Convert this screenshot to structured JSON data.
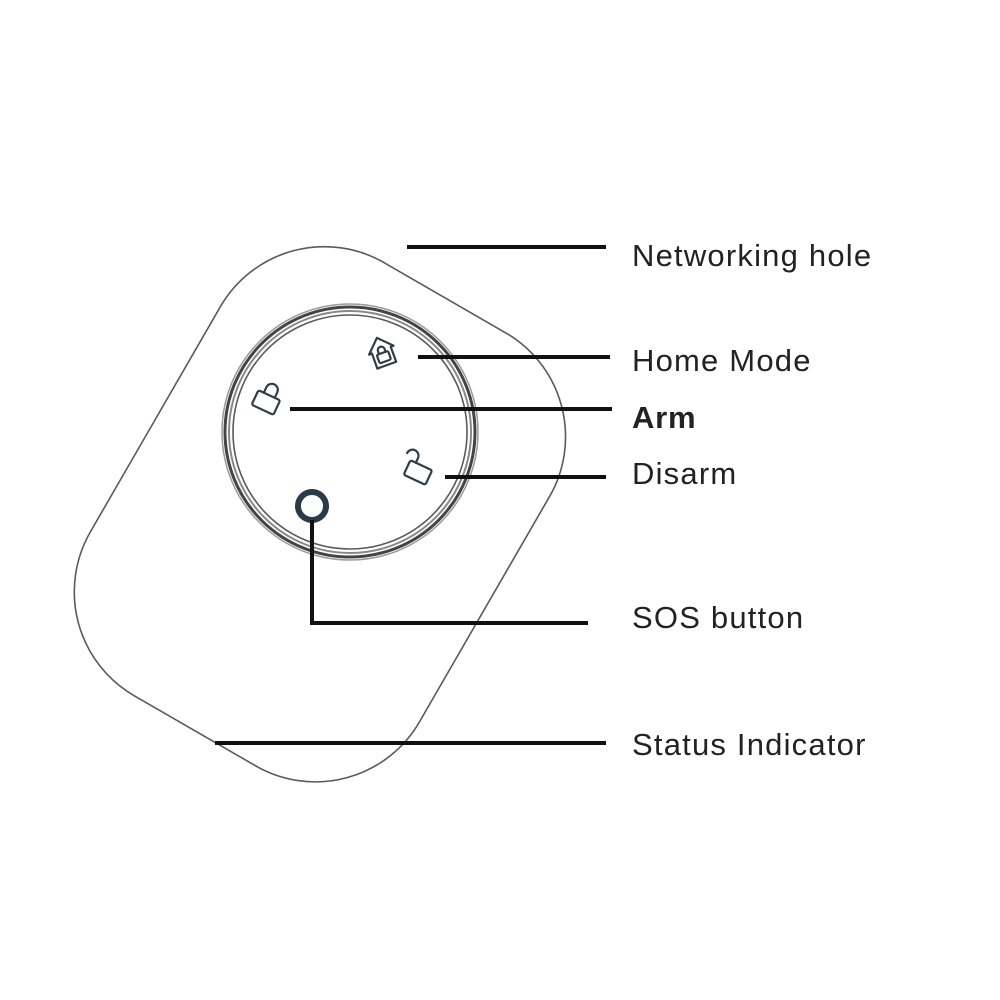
{
  "diagram": {
    "type": "device-callout-diagram",
    "colors": {
      "background": "#ffffff",
      "outline": "#5a5a5a",
      "ring": "#555555",
      "icon": "#2f3d4a",
      "callout_line": "#111111",
      "label_text": "#222222"
    },
    "device": {
      "shape": "rounded-rectangle-rotated",
      "button_panel": {
        "shape": "circle",
        "icons": [
          {
            "name": "home-lock-icon",
            "function": "Home Mode"
          },
          {
            "name": "lock-closed-icon",
            "function": "Arm"
          },
          {
            "name": "lock-open-icon",
            "function": "Disarm"
          },
          {
            "name": "sos-ring-icon",
            "function": "SOS button"
          }
        ]
      }
    },
    "callouts": [
      {
        "id": "networking-hole",
        "label": "Networking hole"
      },
      {
        "id": "home-mode",
        "label": "Home Mode"
      },
      {
        "id": "arm",
        "label": "Arm"
      },
      {
        "id": "disarm",
        "label": "Disarm"
      },
      {
        "id": "sos-button",
        "label": "SOS button"
      },
      {
        "id": "status-indicator",
        "label": "Status Indicator"
      }
    ]
  }
}
